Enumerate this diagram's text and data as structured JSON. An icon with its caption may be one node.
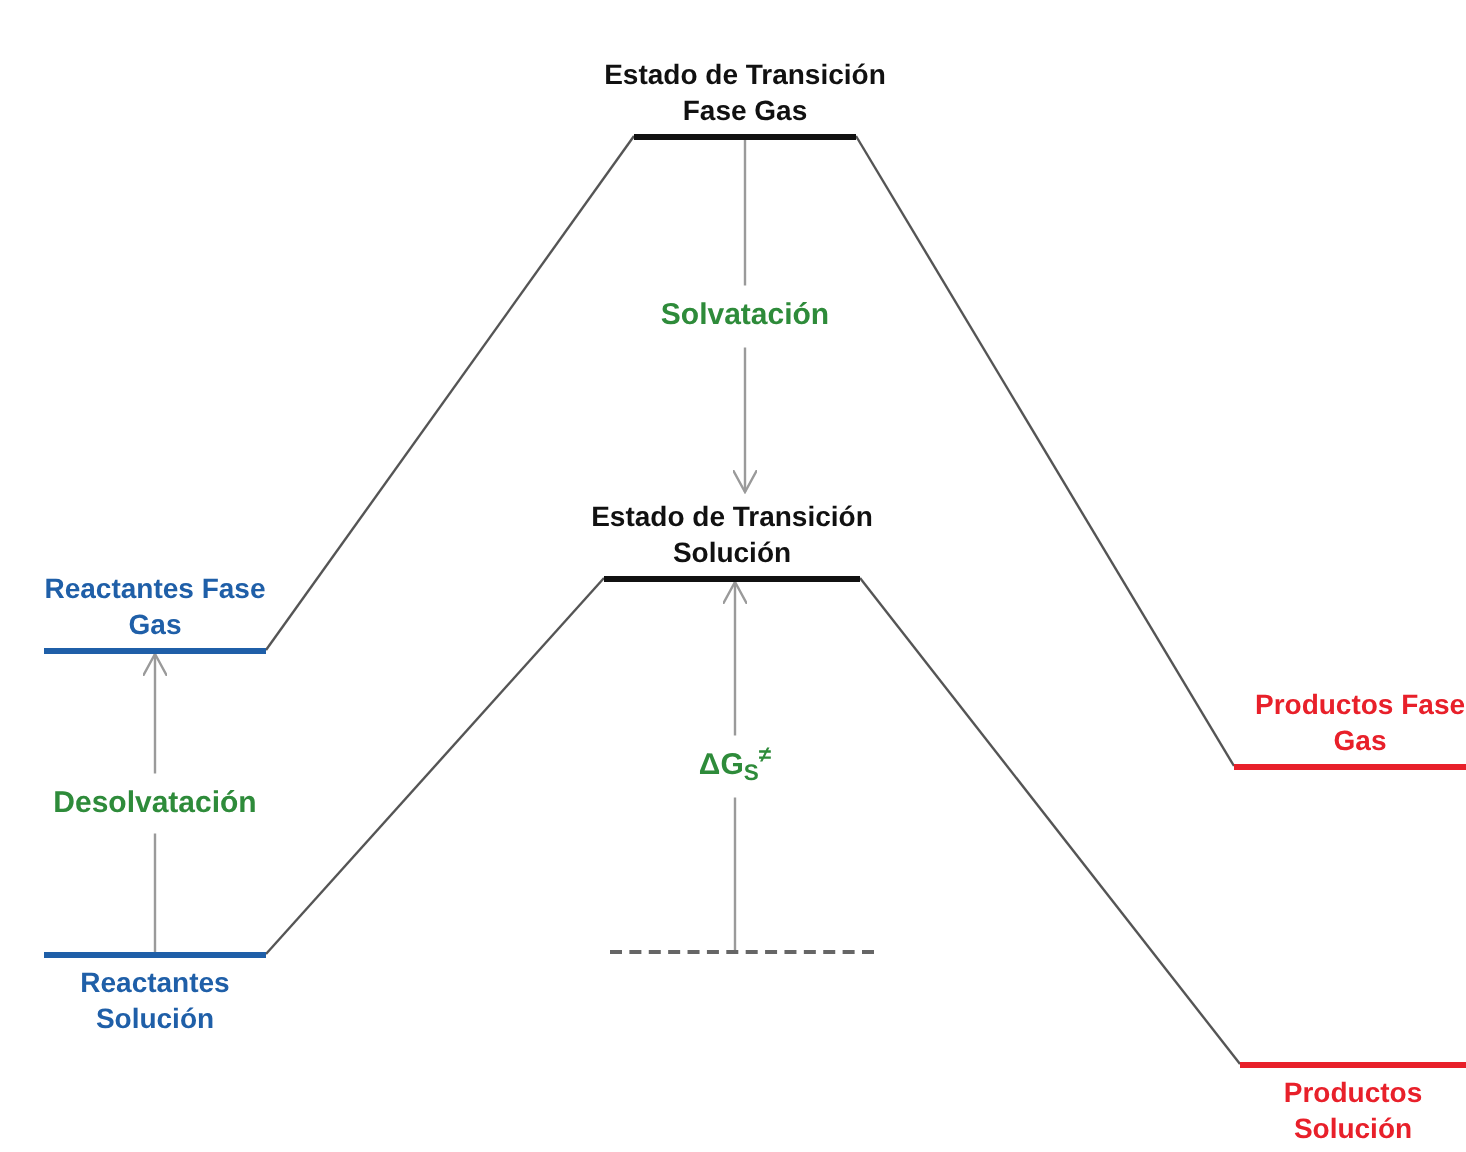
{
  "diagram": {
    "nodes": [
      {
        "text": [
          "Reactantes Fase Gas"
        ]
      },
      {
        "text": [
          "Reactantes Solución"
        ]
      },
      {
        "text": [
          "Estado de Transición Fase Gas"
        ]
      },
      {
        "text": [
          "Estado de Transición Solución"
        ]
      },
      {
        "text": [
          "Productos Fase Gas"
        ]
      },
      {
        "text": [
          "Productos Solución"
        ]
      },
      {
        "text": [],
        "shape": "bar"
      }
    ],
    "edges": [
      {
        "from": 0,
        "to": 2,
        "arrow": "none"
      },
      {
        "from": 2,
        "to": 4,
        "arrow": "none"
      },
      {
        "from": 1,
        "to": 3,
        "arrow": "none"
      },
      {
        "from": 3,
        "to": 5,
        "arrow": "none"
      },
      {
        "from": 1,
        "to": 0,
        "arrow": "to",
        "label": "Desolvatación"
      },
      {
        "from": 2,
        "to": 3,
        "arrow": "to",
        "label": "Solvatación"
      },
      {
        "from": 6,
        "to": 3,
        "arrow": "to",
        "label": "ΔG$_{S}$$^{≠}$"
      }
    ]
  }
}
